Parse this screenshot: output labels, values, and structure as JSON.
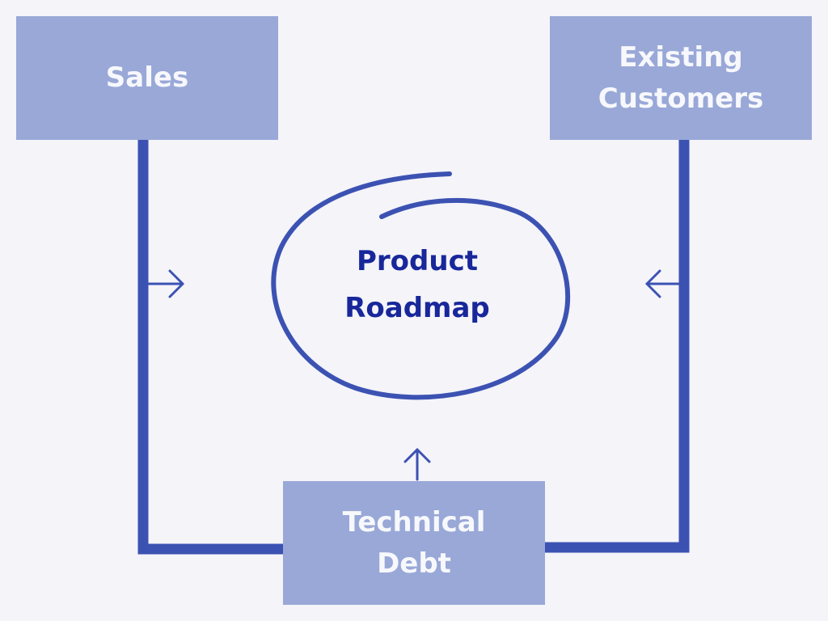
{
  "diagram": {
    "nodes": {
      "sales": {
        "label": "Sales"
      },
      "existing_customers": {
        "label": "Existing\nCustomers"
      },
      "technical_debt": {
        "label": "Technical\nDebt"
      },
      "product_roadmap": {
        "label": "Product\nRoadmap"
      }
    },
    "edges": [
      {
        "from": "Sales",
        "to": "Product Roadmap"
      },
      {
        "from": "Existing Customers",
        "to": "Product Roadmap"
      },
      {
        "from": "Technical Debt",
        "to": "Product Roadmap"
      }
    ],
    "colors": {
      "background": "#f4f4f9",
      "box_fill": "#99a8d7",
      "box_text": "#f7f8fc",
      "connector": "#3c52b2",
      "center_text": "#18279a"
    },
    "icons": {
      "center_outline": "hand-drawn-circle",
      "arrows": "arrow-icon"
    }
  }
}
